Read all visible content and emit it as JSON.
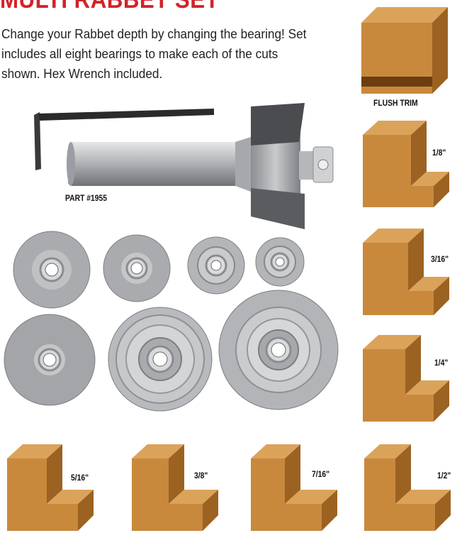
{
  "header": {
    "title": "MULTI RABBET SET",
    "description": "Change your Rabbet depth by changing the bearing! Set includes all eight bearings to make each of the cuts shown. Hex Wrench included."
  },
  "product": {
    "part_label": "PART #1955",
    "icons": [
      "hex-wrench",
      "router-bit",
      "bearing"
    ]
  },
  "cuts": [
    {
      "label": "FLUSH TRIM"
    },
    {
      "label": "1/8\""
    },
    {
      "label": "3/16\""
    },
    {
      "label": "1/4\""
    },
    {
      "label": "5/16\""
    },
    {
      "label": "3/8\""
    },
    {
      "label": "7/16\""
    },
    {
      "label": "1/2\""
    }
  ],
  "colors": {
    "title_red": "#d2232a",
    "wood_front": "#c8893d",
    "wood_top": "#dba35a",
    "wood_side": "#9c6222",
    "steel": "#a9abae"
  }
}
